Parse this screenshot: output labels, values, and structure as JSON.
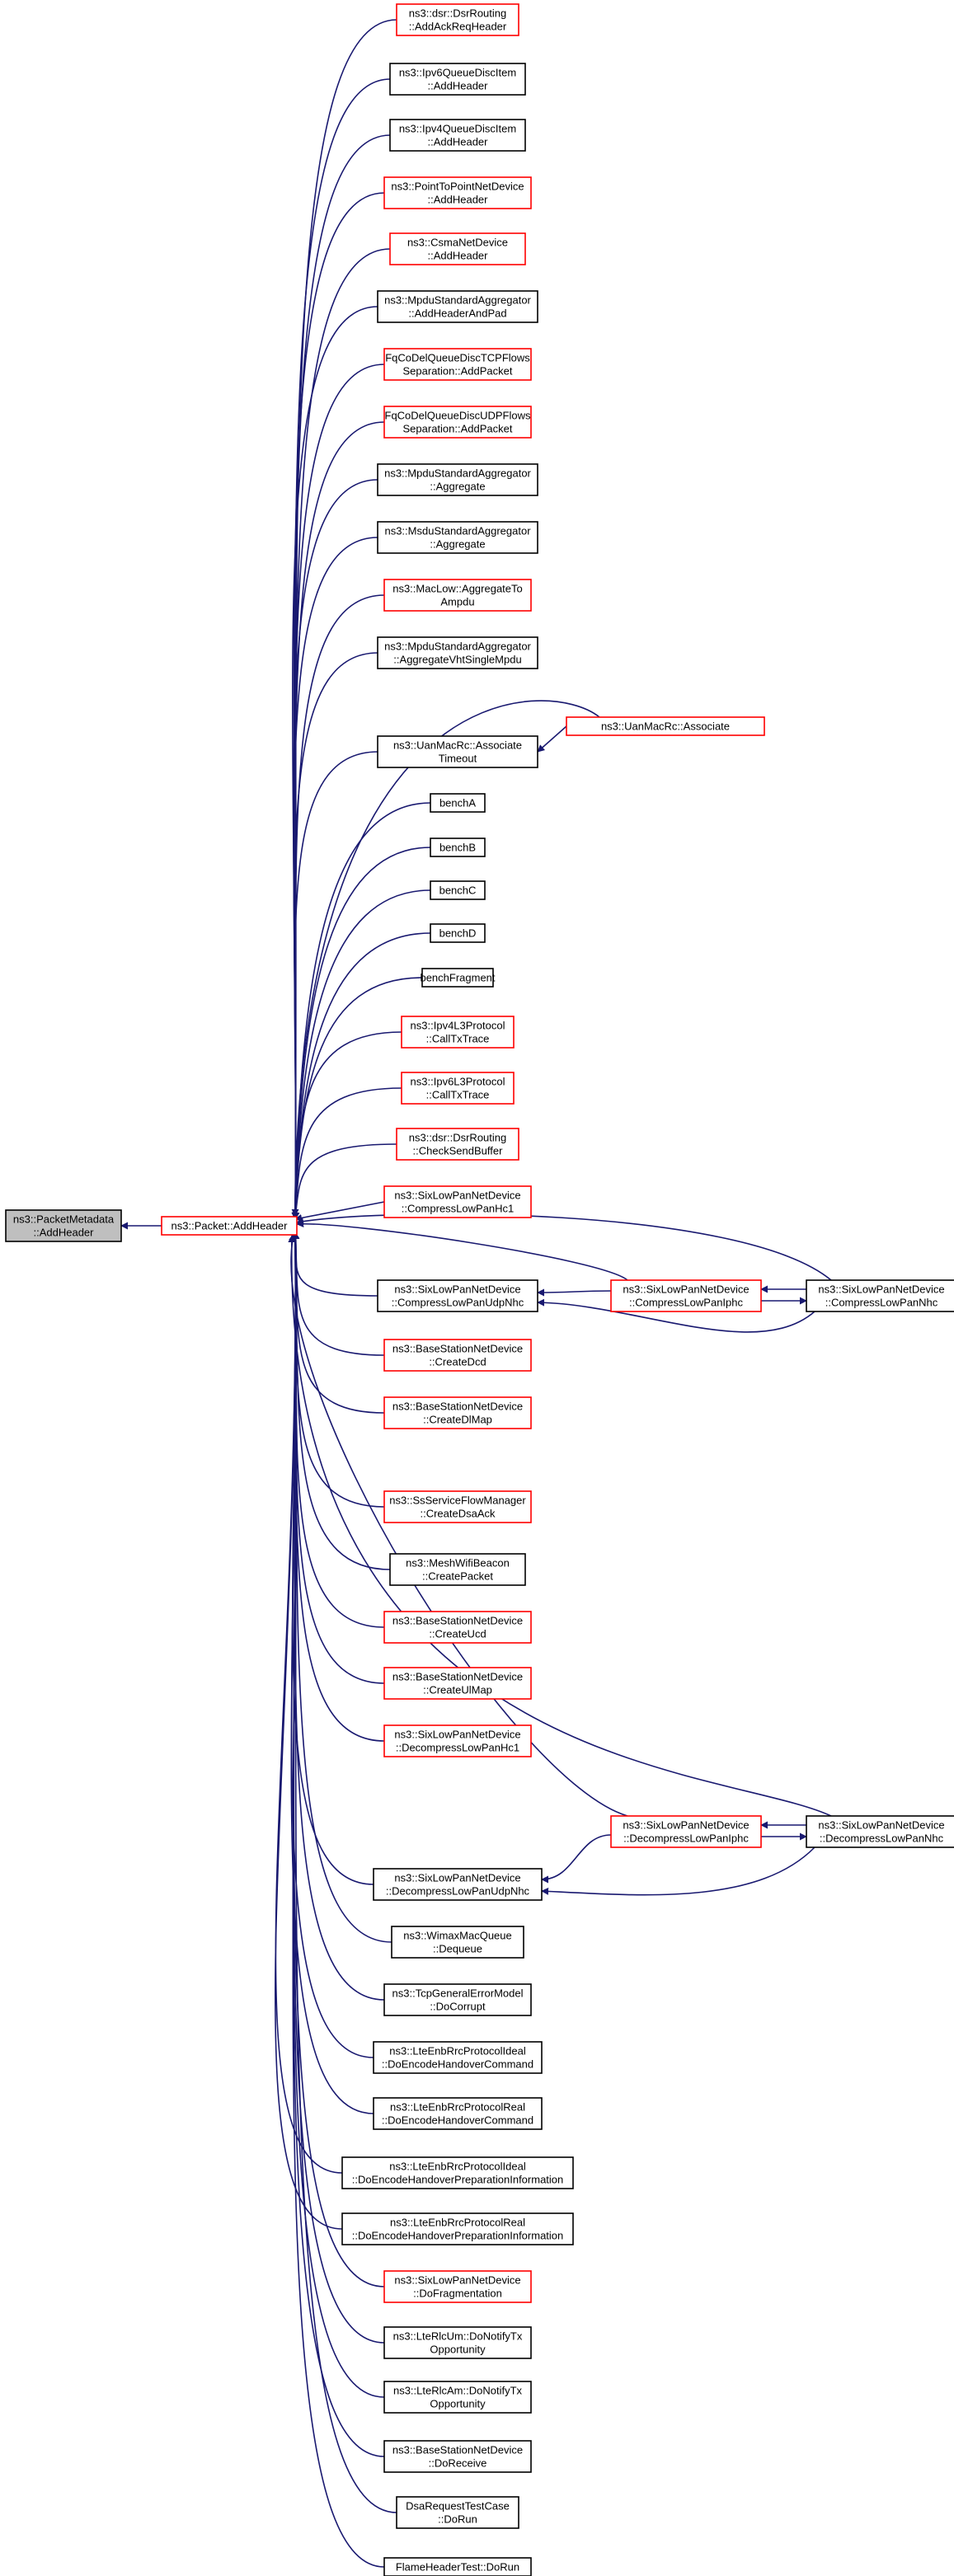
{
  "colors": {
    "edge": "#191970",
    "normal_border": "#000000",
    "truncated_border": "#ff0000",
    "root_fill": "#bfbfbf",
    "node_fill": "#ffffff"
  },
  "root": {
    "lines": [
      "ns3::PacketMetadata",
      "::AddHeader"
    ]
  },
  "target": {
    "lines": [
      "ns3::Packet::AddHeader"
    ]
  },
  "callers": [
    {
      "id": "c0",
      "lines": [
        "ns3::dsr::DsrRouting",
        "::AddAckReqHeader"
      ],
      "truncated": true
    },
    {
      "id": "c1",
      "lines": [
        "ns3::Ipv6QueueDiscItem",
        "::AddHeader"
      ],
      "truncated": false
    },
    {
      "id": "c2",
      "lines": [
        "ns3::Ipv4QueueDiscItem",
        "::AddHeader"
      ],
      "truncated": false
    },
    {
      "id": "c3",
      "lines": [
        "ns3::PointToPointNetDevice",
        "::AddHeader"
      ],
      "truncated": true
    },
    {
      "id": "c4",
      "lines": [
        "ns3::CsmaNetDevice",
        "::AddHeader"
      ],
      "truncated": true
    },
    {
      "id": "c5",
      "lines": [
        "ns3::MpduStandardAggregator",
        "::AddHeaderAndPad"
      ],
      "truncated": false
    },
    {
      "id": "c6",
      "lines": [
        "FqCoDelQueueDiscTCPFlows",
        "Separation::AddPacket"
      ],
      "truncated": true
    },
    {
      "id": "c7",
      "lines": [
        "FqCoDelQueueDiscUDPFlows",
        "Separation::AddPacket"
      ],
      "truncated": true
    },
    {
      "id": "c8",
      "lines": [
        "ns3::MpduStandardAggregator",
        "::Aggregate"
      ],
      "truncated": false
    },
    {
      "id": "c9",
      "lines": [
        "ns3::MsduStandardAggregator",
        "::Aggregate"
      ],
      "truncated": false
    },
    {
      "id": "c10",
      "lines": [
        "ns3::MacLow::AggregateTo",
        "Ampdu"
      ],
      "truncated": true
    },
    {
      "id": "c11",
      "lines": [
        "ns3::MpduStandardAggregator",
        "::AggregateVhtSingleMpdu"
      ],
      "truncated": false
    },
    {
      "id": "c12",
      "lines": [
        "ns3::UanMacRc::Associate",
        "Timeout"
      ],
      "truncated": false
    },
    {
      "id": "c13",
      "lines": [
        "benchA"
      ],
      "truncated": false
    },
    {
      "id": "c14",
      "lines": [
        "benchB"
      ],
      "truncated": false
    },
    {
      "id": "c15",
      "lines": [
        "benchC"
      ],
      "truncated": false
    },
    {
      "id": "c16",
      "lines": [
        "benchD"
      ],
      "truncated": false
    },
    {
      "id": "c17",
      "lines": [
        "benchFragment"
      ],
      "truncated": false
    },
    {
      "id": "c18",
      "lines": [
        "ns3::Ipv4L3Protocol",
        "::CallTxTrace"
      ],
      "truncated": true
    },
    {
      "id": "c19",
      "lines": [
        "ns3::Ipv6L3Protocol",
        "::CallTxTrace"
      ],
      "truncated": true
    },
    {
      "id": "c20",
      "lines": [
        "ns3::dsr::DsrRouting",
        "::CheckSendBuffer"
      ],
      "truncated": true
    },
    {
      "id": "c21",
      "lines": [
        "ns3::SixLowPanNetDevice",
        "::CompressLowPanHc1"
      ],
      "truncated": true
    },
    {
      "id": "c22",
      "lines": [
        "ns3::SixLowPanNetDevice",
        "::CompressLowPanUdpNhc"
      ],
      "truncated": false
    },
    {
      "id": "c23",
      "lines": [
        "ns3::BaseStationNetDevice",
        "::CreateDcd"
      ],
      "truncated": true
    },
    {
      "id": "c24",
      "lines": [
        "ns3::BaseStationNetDevice",
        "::CreateDlMap"
      ],
      "truncated": true
    },
    {
      "id": "c25",
      "lines": [
        "ns3::SsServiceFlowManager",
        "::CreateDsaAck"
      ],
      "truncated": true
    },
    {
      "id": "c26",
      "lines": [
        "ns3::MeshWifiBeacon",
        "::CreatePacket"
      ],
      "truncated": false
    },
    {
      "id": "c27",
      "lines": [
        "ns3::BaseStationNetDevice",
        "::CreateUcd"
      ],
      "truncated": true
    },
    {
      "id": "c28",
      "lines": [
        "ns3::BaseStationNetDevice",
        "::CreateUlMap"
      ],
      "truncated": true
    },
    {
      "id": "c29",
      "lines": [
        "ns3::SixLowPanNetDevice",
        "::DecompressLowPanHc1"
      ],
      "truncated": true
    },
    {
      "id": "c30",
      "lines": [
        "ns3::SixLowPanNetDevice",
        "::DecompressLowPanUdpNhc"
      ],
      "truncated": false
    },
    {
      "id": "c31",
      "lines": [
        "ns3::WimaxMacQueue",
        "::Dequeue"
      ],
      "truncated": false
    },
    {
      "id": "c32",
      "lines": [
        "ns3::TcpGeneralErrorModel",
        "::DoCorrupt"
      ],
      "truncated": false
    },
    {
      "id": "c33",
      "lines": [
        "ns3::LteEnbRrcProtocolIdeal",
        "::DoEncodeHandoverCommand"
      ],
      "truncated": false
    },
    {
      "id": "c34",
      "lines": [
        "ns3::LteEnbRrcProtocolReal",
        "::DoEncodeHandoverCommand"
      ],
      "truncated": false
    },
    {
      "id": "c35",
      "lines": [
        "ns3::LteEnbRrcProtocolIdeal",
        "::DoEncodeHandoverPreparationInformation"
      ],
      "truncated": false
    },
    {
      "id": "c36",
      "lines": [
        "ns3::LteEnbRrcProtocolReal",
        "::DoEncodeHandoverPreparationInformation"
      ],
      "truncated": false
    },
    {
      "id": "c37",
      "lines": [
        "ns3::SixLowPanNetDevice",
        "::DoFragmentation"
      ],
      "truncated": true
    },
    {
      "id": "c38",
      "lines": [
        "ns3::LteRlcUm::DoNotifyTx",
        "Opportunity"
      ],
      "truncated": false
    },
    {
      "id": "c39",
      "lines": [
        "ns3::LteRlcAm::DoNotifyTx",
        "Opportunity"
      ],
      "truncated": false
    },
    {
      "id": "c40",
      "lines": [
        "ns3::BaseStationNetDevice",
        "::DoReceive"
      ],
      "truncated": false
    },
    {
      "id": "c41",
      "lines": [
        "DsaRequestTestCase",
        "::DoRun"
      ],
      "truncated": false
    },
    {
      "id": "c42",
      "lines": [
        "FlameHeaderTest::DoRun"
      ],
      "truncated": false
    }
  ],
  "secondary": [
    {
      "id": "s0",
      "lines": [
        "ns3::UanMacRc::Associate"
      ],
      "truncated": true
    },
    {
      "id": "s1",
      "lines": [
        "ns3::SixLowPanNetDevice",
        "::CompressLowPanIphc"
      ],
      "truncated": true
    },
    {
      "id": "s2",
      "lines": [
        "ns3::SixLowPanNetDevice",
        "::CompressLowPanNhc"
      ],
      "truncated": false
    },
    {
      "id": "s3",
      "lines": [
        "ns3::SixLowPanNetDevice",
        "::DecompressLowPanIphc"
      ],
      "truncated": true
    },
    {
      "id": "s4",
      "lines": [
        "ns3::SixLowPanNetDevice",
        "::DecompressLowPanNhc"
      ],
      "truncated": false
    }
  ]
}
